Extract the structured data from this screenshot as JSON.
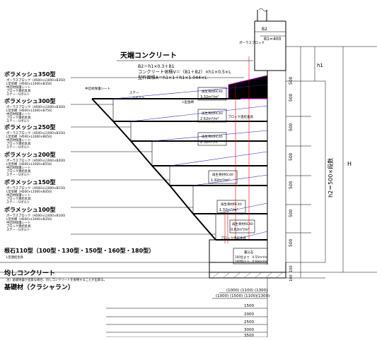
{
  "header": {
    "top_label": "B2",
    "b1_label": "B1=400",
    "top_title": "天端コンクリート"
  },
  "formulas": {
    "line1": "B2＝h1×0.3＋B1",
    "line2": "コンクリート体積V＝（B1＋B2）×h1×0.5×L",
    "line3": "型枠面積A＝h1×1＋h1×1.044×L"
  },
  "tiers": [
    {
      "title": "ポラメッシュ350型",
      "lines": [
        "ポーラスブロック（H500×L1000×B350）",
        "L型金網（H500×L1000×B350）",
        "中詰材保護シート",
        "ブロック連結金具",
        "ステー・Uボルト"
      ]
    },
    {
      "title": "ポラメッシュ300型",
      "lines": [
        "ポーラスブロック（H500×L1000×B300）",
        "L型金網（H500×L1000×B750）",
        "中詰材保護シート",
        "ブロック連結金具",
        "ステー・Uボルト"
      ]
    },
    {
      "title": "ポラメッシュ250型",
      "lines": [
        "ポーラスブロック（H500×L1000×B250）",
        "L型金網（H500×L1000×B650）",
        "中詰材保護シート",
        "ブロック連結金具",
        "ステー・Uボルト"
      ]
    },
    {
      "title": "ポラメッシュ200型",
      "lines": [
        "ポーラスブロック（H500×L1000×B200）",
        "L型金網（H500×L1000×B550）",
        "中詰材保護シート",
        "ブロック連結金具",
        "ステー・Uボルト"
      ]
    },
    {
      "title": "ポラメッシュ150型",
      "lines": [
        "ポーラスブロック（H500×L1000×B150）",
        "L型金網（H500×L1000×B450）",
        "中詰材保護シート",
        "ブロック連結金具",
        "ステー・Uボルト"
      ]
    },
    {
      "title": "ポラメッシュ100型",
      "lines": [
        "ポーラスブロック（H500×L1000×B100）",
        "L型金網（H500×L1000×B350）",
        "中詰材保護シート",
        "ブロック連結金具",
        "ステー・Uボルト"
      ]
    }
  ],
  "inner_labels": {
    "sheet": "中詰材保護シート",
    "stay": "ステー",
    "ubolt": "Uボルト",
    "lmesh": "L型金網",
    "porous": "ポーラスブロック",
    "connector": "ブロック連結金具",
    "connector2": "ブロック連結金具"
  },
  "fill_boxes": [
    {
      "title": "再生骨材RC40",
      "value": "3.32m³/m²"
    },
    {
      "title": "再生骨材RC40",
      "value": "2.62m³/m²"
    },
    {
      "title": "再生骨材RC40",
      "value": "2.32m³/m²"
    },
    {
      "title": "再生骨材RC40",
      "value": "1.92m³/m²"
    },
    {
      "title": "再生骨材RC40",
      "value": "1.32m³/m²"
    },
    {
      "title": "再生骨材RC40",
      "value": "0.82m³/m²"
    }
  ],
  "stone_box": {
    "title": "裏込石",
    "line1": "100型まで　0.55m³/m²",
    "line2": "100型以上　0.64m³/m²"
  },
  "base": {
    "root_title": "根石110型（100型・130型・150型・160型・180型）",
    "root_sub": "L型連結金具",
    "leveling": "均しコンクリート",
    "leveling_note": "注）基礎地盤が良質な場合、均しコンクリートを省略することが出来る。",
    "foundation": "基礎材（クラシャラン）"
  },
  "right_dims": {
    "h1": "h1",
    "rows": [
      "500",
      "500",
      "500",
      "500",
      "500",
      "500",
      "500"
    ],
    "h2": "h2＝500×段数",
    "H": "H",
    "b100a": "100",
    "b100b": "100"
  },
  "bottom_dims": {
    "row1": [
      "(1000)",
      "(1100)",
      "(1300)"
    ],
    "row2": [
      "(1000)",
      "(1500)",
      "(1100)",
      "(1300)"
    ],
    "lengths": [
      "1500",
      "2000",
      "2500",
      "3000",
      "3500"
    ]
  }
}
